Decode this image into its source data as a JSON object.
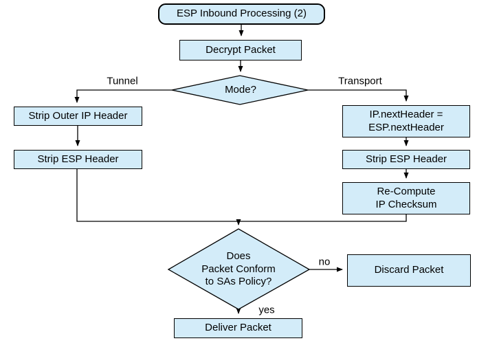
{
  "diagram": {
    "title": "ESP Inbound Processing (2)",
    "type": "flowchart",
    "colors": {
      "node_fill": "#d3ecf9",
      "node_border": "#000000",
      "line": "#000000",
      "background": "#ffffff",
      "text": "#000000"
    },
    "nodes": {
      "start": {
        "label": "ESP Inbound Processing (2)",
        "shape": "rounded-rect"
      },
      "decrypt": {
        "label": "Decrypt Packet",
        "shape": "rect"
      },
      "mode": {
        "label": "Mode?",
        "shape": "diamond"
      },
      "strip_outer": {
        "label": "Strip Outer IP Header",
        "shape": "rect"
      },
      "strip_esp_left": {
        "label": "Strip ESP Header",
        "shape": "rect"
      },
      "ip_next": {
        "line1": "IP.nextHeader =",
        "line2": "ESP.nextHeader",
        "shape": "rect"
      },
      "strip_esp_right": {
        "label": "Strip ESP Header",
        "shape": "rect"
      },
      "recompute": {
        "line1": "Re-Compute",
        "line2": "IP Checksum",
        "shape": "rect"
      },
      "policy": {
        "line1": "Does",
        "line2": "Packet Conform",
        "line3": "to SAs Policy?",
        "shape": "diamond"
      },
      "discard": {
        "label": "Discard Packet",
        "shape": "rect"
      },
      "deliver": {
        "label": "Deliver Packet",
        "shape": "rect"
      }
    },
    "edge_labels": {
      "tunnel": "Tunnel",
      "transport": "Transport",
      "no": "no",
      "yes": "yes"
    }
  }
}
